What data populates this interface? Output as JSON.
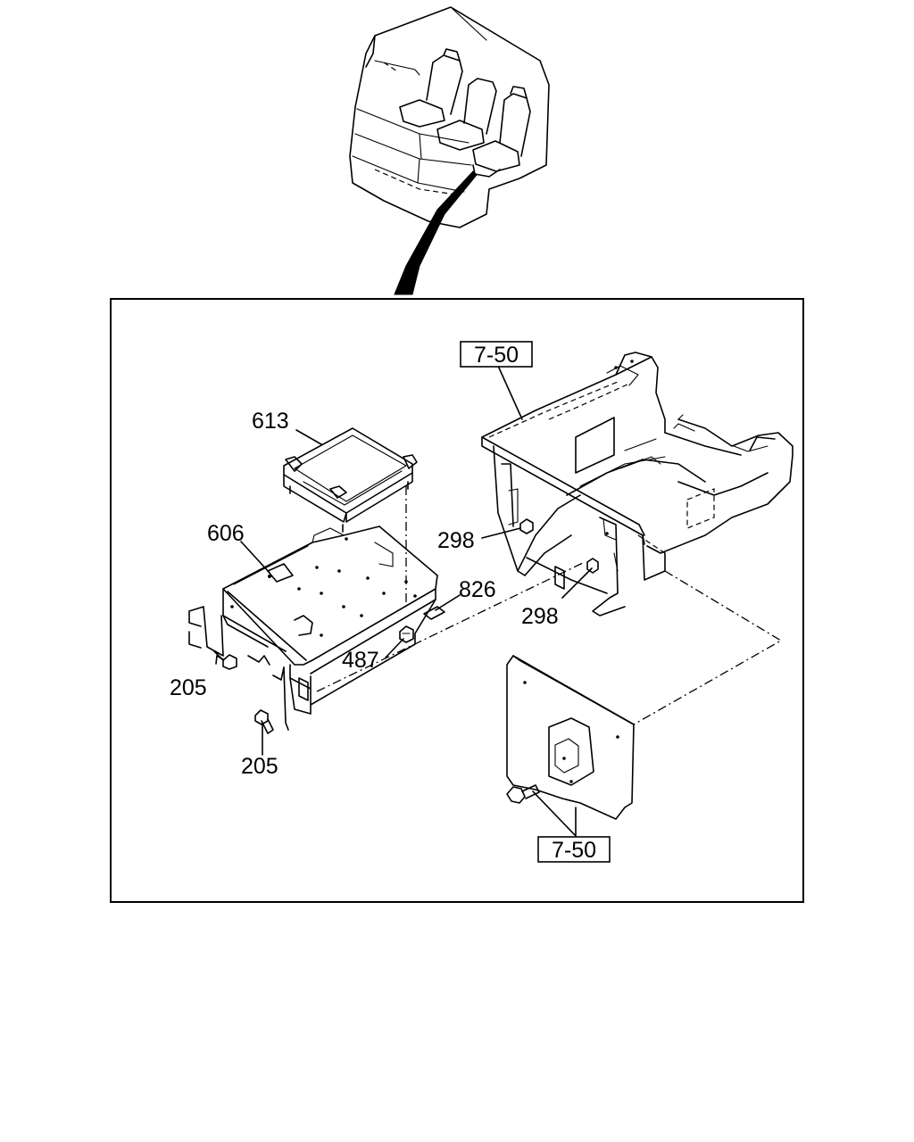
{
  "labels": {
    "ref_top": "7-50",
    "ref_bottom": "7-50",
    "part_613": "613",
    "part_606": "606",
    "part_826": "826",
    "part_487": "487",
    "part_298_upper": "298",
    "part_298_lower": "298",
    "part_205_upper": "205",
    "part_205_lower": "205"
  }
}
